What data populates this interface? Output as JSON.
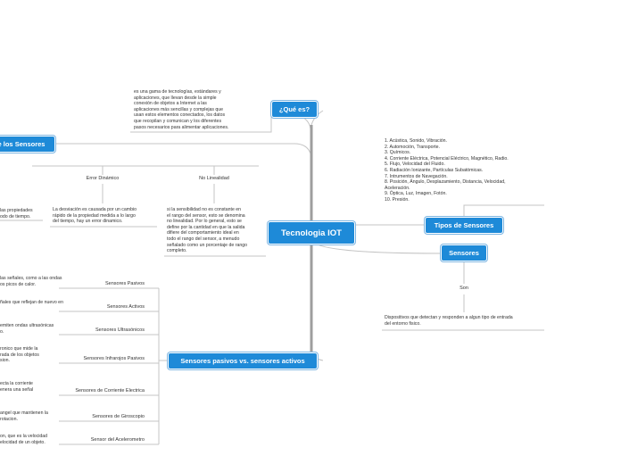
{
  "central": {
    "label": "Tecnologia IOT"
  },
  "que_es": {
    "label": "¿Qué es?",
    "text": "es una gama de tecnologías, estándares y\naplicaciones, que llevan desde la simple\nconexión de objetos a Internet a las\naplicaciones más sencillas y complejas que\nusan estos elementos conectados, los datos\nque recopilan y comunican y los diferentes\npasos necesarios para alimentar aplicaciones."
  },
  "sensores_props": {
    "label": "e los Sensores",
    "left_text": "las propiedades\nodo de tiempo.",
    "error_dinamico": {
      "label": "Error Dinámico",
      "text": "La desviación es causada por un cambio\nrápido de la propiedad medida a lo largo\ndel tiempo, hay un error dinamico."
    },
    "no_linealidad": {
      "label": "No Linealidad",
      "text": "si la sensibilidad no es constante en\nel rango del sensor, esto se denomina\nno linealidad. Por lo general, esto se\ndefine por la cantidad en que la salida\ndifiere del comportamiento ideal en\ntodo el rango del sensor, a menudo\nseñalado como un porcentaje de rango\ncompleto."
    }
  },
  "tipos": {
    "label": "Tipos de Sensores",
    "list": "1. Acústica, Sonido, Vibración.\n2. Automoción, Transporte.\n3. Químicos.\n4. Corriente Eléctrica, Potencial Eléctrico, Magnético, Radio.\n5. Flujo, Velocidad del Fluido.\n6. Radiación Ionizante, Partículas Subatómicas.\n7. Intrumentos de Navegación.\n8. Posición, Ángulo, Desplazamiento, Distancia, Velocidad,\nAceleración.\n9. Óptica, Luz, Imagen, Fotón.\n10. Presión."
  },
  "sensores": {
    "label": "Sensores",
    "son": "Son",
    "text": "Dispositivos que detectan y responden a algun tipo de entrada\ndel entorno fisico."
  },
  "pasivos_activos": {
    "label": "Sensores pasivos vs. sensores activos",
    "items": [
      {
        "label": "Sensores Pasivos",
        "text": "las señales, como a las ondas\nos picos de calor."
      },
      {
        "label": "Sensores Activos",
        "text": "ñales que reflejan de nuevo en"
      },
      {
        "label": "Sensores Ultrasónicos",
        "text": "emiten ondas ultrasónicas\no."
      },
      {
        "label": "Sensores Infrarojos Pasivos",
        "text": "ronico que mide la\nrada de los objetos\nsion."
      },
      {
        "label": "Sensores de Corriente Electrica",
        "text": "ecta la corriente\nenera una señal"
      },
      {
        "label": "Sensores de Giroscopio",
        "text": "angel que mantienen la\nrotacion."
      },
      {
        "label": "Sensor del Acelerometro",
        "text": "on, que es la velocidad\nelocidad de un objeto."
      }
    ]
  },
  "colors": {
    "node": "#1e8ad8",
    "trunk": "#9e9e9e",
    "line": "#c2c2c2"
  }
}
